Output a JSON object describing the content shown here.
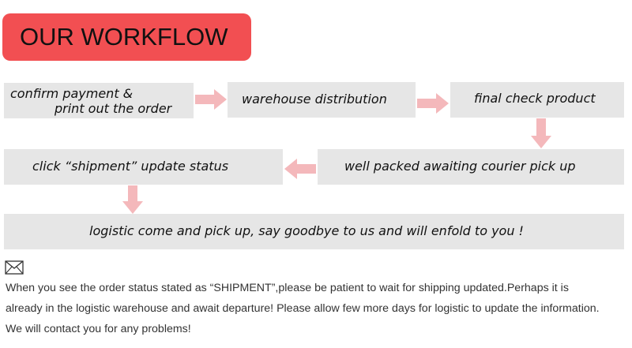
{
  "title": "OUR WORKFLOW",
  "steps": {
    "confirm_line1": "confirm payment &",
    "confirm_line2": "print out the order",
    "warehouse": "warehouse distribution",
    "final_check": "final check product",
    "packed": "well packed awaiting courier pick up",
    "click_shipment": "click “shipment” update status",
    "logistic": "logistic come and pick up,   say goodbye to us and will enfold to you !"
  },
  "note": {
    "icon": "envelope-icon",
    "line1": "When you see the order status stated as “SHIPMENT”,please be patient to wait for shipping updated.Perhaps it is",
    "line2": "already in the logistic warehouse and await departure! Please allow few more days for logistic to update the information.",
    "line3": "We will contact you for any problems!"
  },
  "colors": {
    "title_bg": "#f24f52",
    "box_bg": "#e6e6e6",
    "arrow": "#f4b8bb"
  }
}
